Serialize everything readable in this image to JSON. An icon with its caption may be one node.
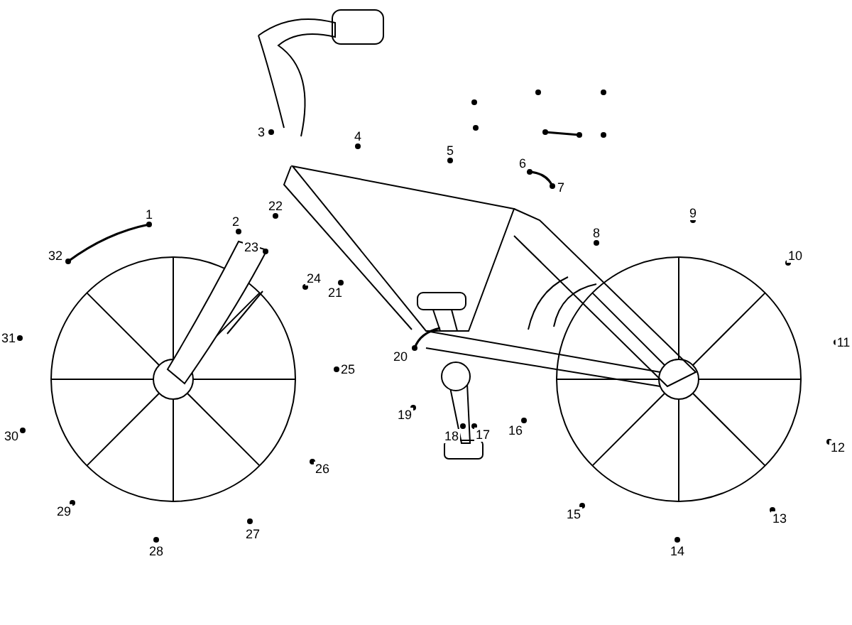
{
  "diagram": {
    "labels": [
      "1",
      "2",
      "3",
      "4",
      "5",
      "6",
      "7",
      "8",
      "9",
      "10",
      "11",
      "12",
      "13",
      "14",
      "15",
      "16",
      "17",
      "18",
      "19",
      "20",
      "21",
      "22",
      "23",
      "24",
      "25",
      "26",
      "27",
      "28",
      "29",
      "30",
      "31",
      "32"
    ]
  }
}
